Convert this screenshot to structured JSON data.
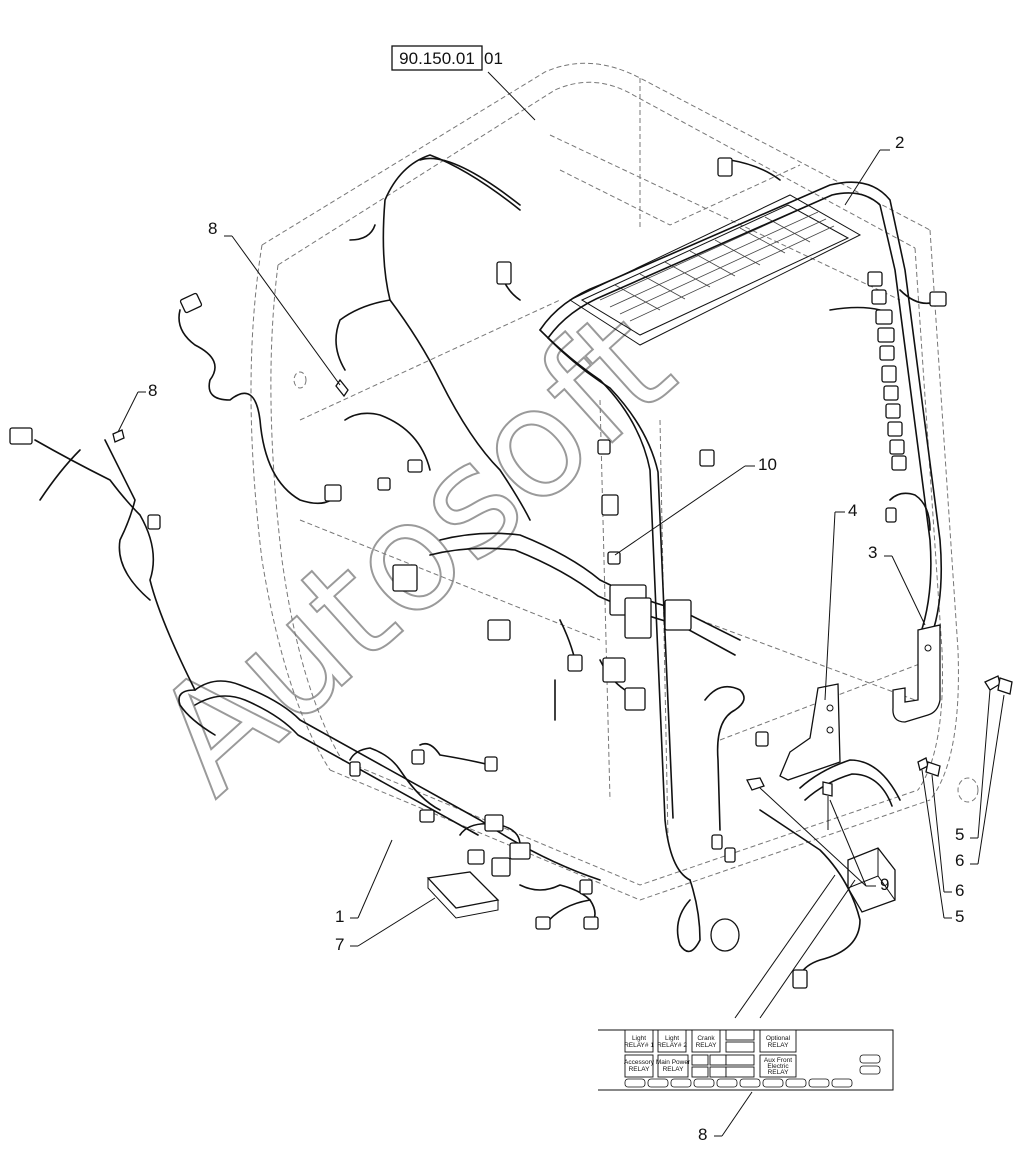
{
  "reference": {
    "code": "90.150.01",
    "suffix": "01"
  },
  "watermark": "Autosoft",
  "callouts": [
    {
      "id": "c1",
      "label": "1"
    },
    {
      "id": "c2",
      "label": "2"
    },
    {
      "id": "c3",
      "label": "3"
    },
    {
      "id": "c4",
      "label": "4"
    },
    {
      "id": "c5a",
      "label": "5"
    },
    {
      "id": "c5b",
      "label": "5"
    },
    {
      "id": "c6a",
      "label": "6"
    },
    {
      "id": "c6b",
      "label": "6"
    },
    {
      "id": "c7",
      "label": "7"
    },
    {
      "id": "c8a",
      "label": "8"
    },
    {
      "id": "c8b",
      "label": "8"
    },
    {
      "id": "c8c",
      "label": "8"
    },
    {
      "id": "c9",
      "label": "9"
    },
    {
      "id": "c10",
      "label": "10"
    }
  ],
  "relay_panel": {
    "cells": {
      "light1": [
        "Light",
        "RELAY# 1"
      ],
      "light2": [
        "Light",
        "RELAY# 2"
      ],
      "crank": [
        "Crank",
        "RELAY"
      ],
      "optional": [
        "Optional",
        "RELAY"
      ],
      "accessory": [
        "Accessory",
        "RELAY"
      ],
      "mainpower": [
        "Main Power",
        "RELAY"
      ],
      "auxfront": [
        "Aux Front",
        "Electric",
        "RELAY"
      ]
    }
  }
}
